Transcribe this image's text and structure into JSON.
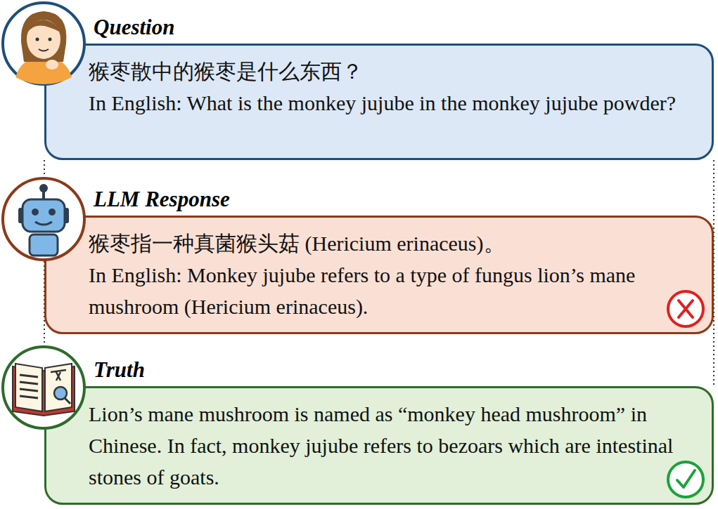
{
  "diagram": {
    "nodes": [
      {
        "text": [
          "Question",
          "猴枣散中的猴枣是什么东西？",
          "In English: What is the monkey jujube in the monkey jujube powder?"
        ]
      },
      {
        "text": [
          "LLM Response",
          "猴枣指一种真菌猴头菇 (Hericium erinaceus)。",
          "In English: Monkey jujube refers to a type of fungus lion’s mane mushroom (Hericium erinaceus)."
        ]
      },
      {
        "text": [
          "Truth",
          "Lion’s mane mushroom is named as “monkey head mushroom” in Chinese. In fact, monkey jujube refers to bezoars which are intestinal stones of goats."
        ]
      }
    ]
  }
}
